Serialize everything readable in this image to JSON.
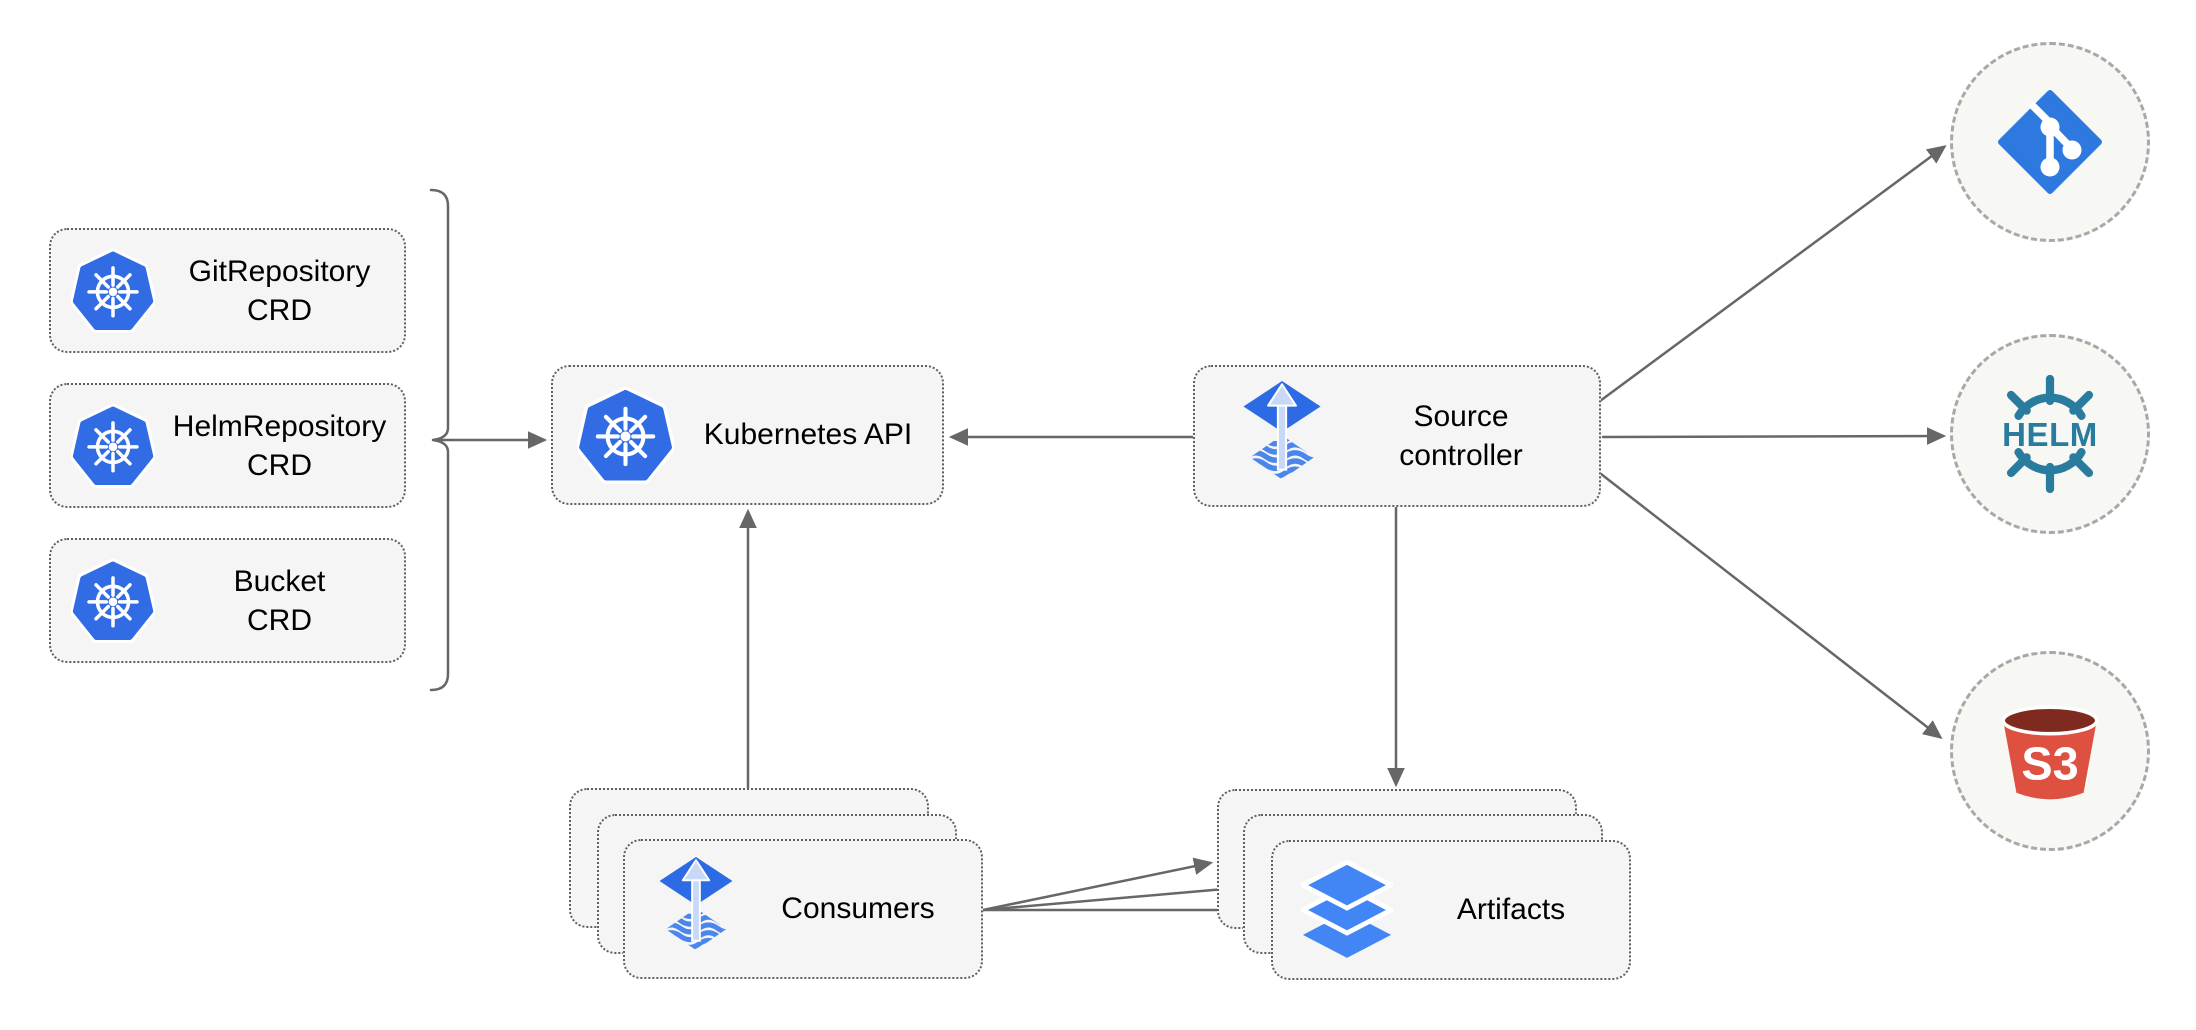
{
  "nodes": {
    "crds": [
      {
        "id": "gitrepository-crd",
        "line1": "GitRepository",
        "line2": "CRD",
        "icon": "kubernetes-icon"
      },
      {
        "id": "helmrepository-crd",
        "line1": "HelmRepository",
        "line2": "CRD",
        "icon": "kubernetes-icon"
      },
      {
        "id": "bucket-crd",
        "line1": "Bucket",
        "line2": "CRD",
        "icon": "kubernetes-icon"
      }
    ],
    "kubernetes_api": {
      "label": "Kubernetes API",
      "icon": "kubernetes-icon"
    },
    "source_controller": {
      "line1": "Source",
      "line2": "controller",
      "icon": "flux-icon"
    },
    "consumers": {
      "label": "Consumers",
      "icon": "flux-icon",
      "stack_count": 3
    },
    "artifacts": {
      "label": "Artifacts",
      "icon": "layers-icon",
      "stack_count": 3
    },
    "git": {
      "icon": "git-icon"
    },
    "helm": {
      "label": "HELM",
      "icon": "helm-icon"
    },
    "s3": {
      "label": "S3",
      "icon": "s3-bucket-icon"
    }
  },
  "connections": [
    {
      "from": "crd-group",
      "to": "kubernetes-api"
    },
    {
      "from": "source-controller",
      "to": "kubernetes-api"
    },
    {
      "from": "consumers",
      "to": "kubernetes-api"
    },
    {
      "from": "source-controller",
      "to": "artifacts"
    },
    {
      "from": "source-controller",
      "to": "git"
    },
    {
      "from": "source-controller",
      "to": "helm"
    },
    {
      "from": "source-controller",
      "to": "s3"
    },
    {
      "from": "consumers",
      "to": "artifacts",
      "arrow_count": 3
    }
  ],
  "colors": {
    "kubernetes_blue": "#326CE5",
    "flux_blue": "#2D6BE4",
    "flux_wave_blue": "#4B86EC",
    "flux_arrow_light": "#C8D8F7",
    "layers_blue": "#4285F4",
    "git_blue": "#2E79DF",
    "helm_teal": "#2A7C9E",
    "s3_red": "#DE5141",
    "s3_dark_red": "#7E2A1E",
    "node_fill": "#F5F5F5",
    "circle_fill": "#F7F7F4",
    "node_border": "#5F5F5F",
    "circle_border": "#A8A8A8",
    "connector": "#676767",
    "text": "#000000"
  }
}
